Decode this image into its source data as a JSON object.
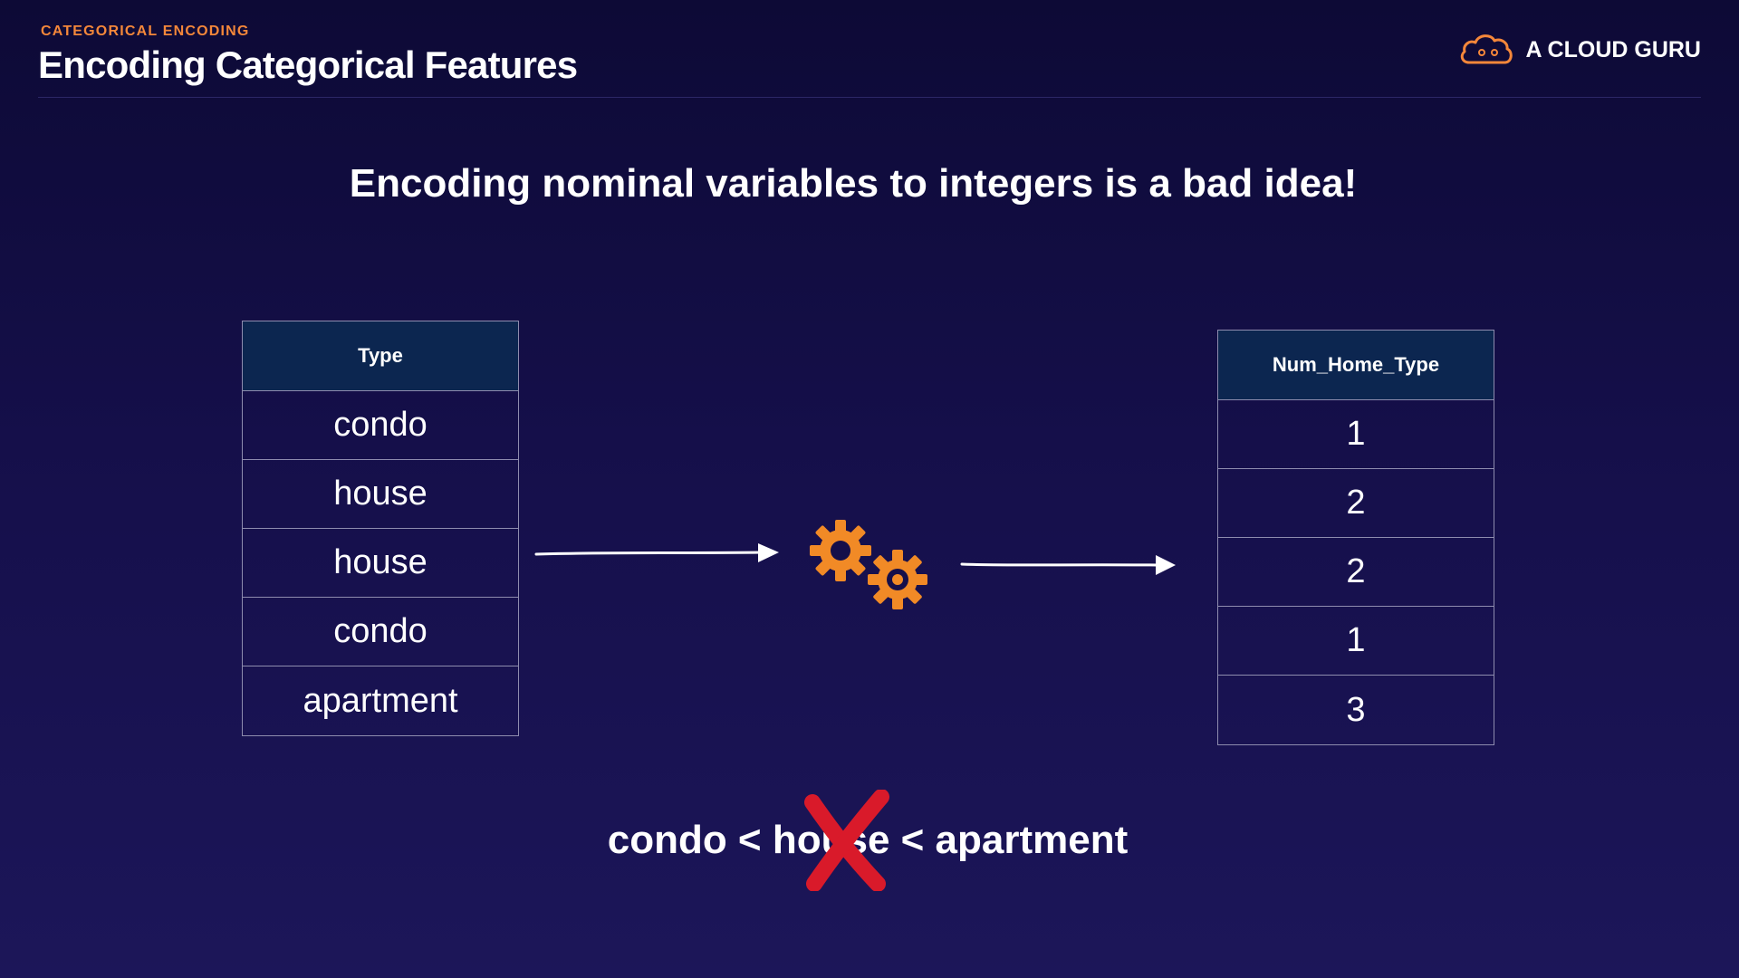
{
  "header": {
    "eyebrow": "CATEGORICAL ENCODING",
    "title": "Encoding Categorical Features",
    "brand": "A CLOUD GURU"
  },
  "headline": "Encoding nominal variables to integers is a bad idea!",
  "input_table": {
    "header": "Type",
    "rows": [
      "condo",
      "house",
      "house",
      "condo",
      "apartment"
    ]
  },
  "output_table": {
    "header": "Num_Home_Type",
    "rows": [
      "1",
      "2",
      "2",
      "1",
      "3"
    ]
  },
  "inequality": "condo < house < apartment",
  "icons": {
    "brand_logo": "cloud-icon",
    "process": "gears-icon",
    "flow": "arrow-right-icon",
    "invalid": "cross-mark-icon"
  },
  "colors": {
    "accent": "#f4873a",
    "table_header": "#0c2650",
    "cross": "#d91a2a",
    "background": "#150f4a"
  }
}
